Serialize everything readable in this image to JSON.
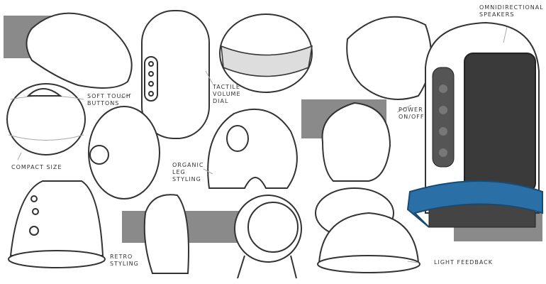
{
  "annotations": {
    "omnidirectional": "Omnidirectional Speakers",
    "soft_touch": "Soft Touch Buttons",
    "tactile": "Tactile Volume Dial",
    "power": "Power On/Off",
    "compact": "Compact Size",
    "organic": "Organic Leg Styling",
    "retro": "Retro Styling",
    "light": "Light Feedback"
  },
  "colors": {
    "accent_ring": "#2a6fa6",
    "speaker_body": "#3a3a3a",
    "backdrop": "#8a8a8a"
  }
}
